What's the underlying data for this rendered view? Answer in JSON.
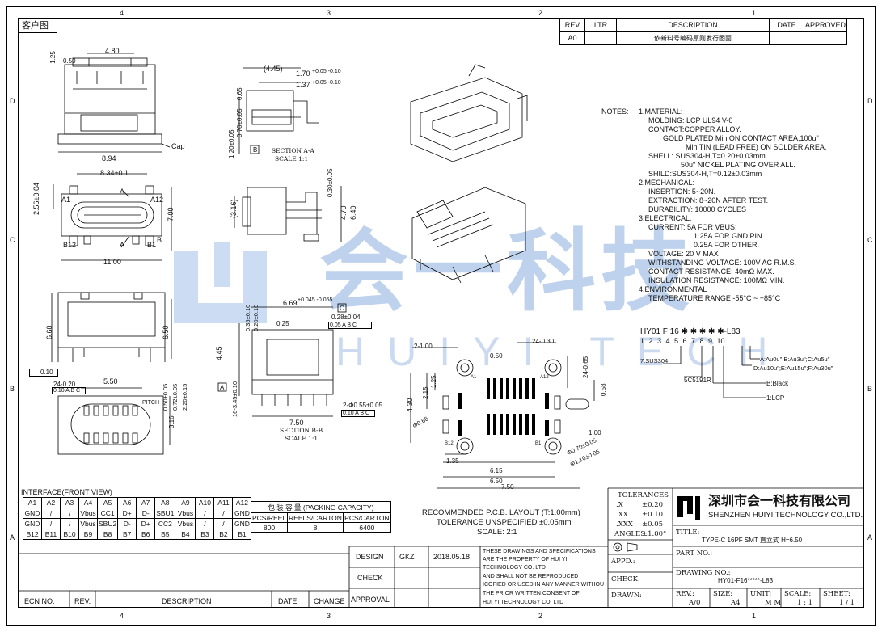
{
  "header": {
    "customer_label": "客户图",
    "rev_headers": [
      "REV",
      "LTR",
      "DESCRIPTION",
      "DATE",
      "APPROVED"
    ],
    "rev_row": {
      "rev": "A0",
      "desc": "依新料号编码原则发行图面"
    }
  },
  "grid": {
    "cols_top": [
      "4",
      "3",
      "2",
      "1"
    ],
    "rows_side": [
      "D",
      "C",
      "B",
      "A"
    ]
  },
  "watermark": {
    "cn": "会一科技",
    "en": "HUIYI TECH"
  },
  "dims": {
    "top_view": {
      "w480": "4.80",
      "d050": "0.50",
      "d125": "1.25",
      "w894": "8.94",
      "cap": "Cap"
    },
    "front_view": {
      "w834": "8.34±0.1",
      "h256": "2.56±0.04",
      "h700": "7.00",
      "w1100": "11.00",
      "a1": "A1",
      "a12": "A12",
      "b12": "B12",
      "b1": "B1",
      "a": "A",
      "b": "B"
    },
    "section_aa": {
      "d445": "(4.45)",
      "d170": "1.70",
      "d170tol": "+0.05 -0.10",
      "d137": "1.37",
      "d137tol": "+0.05 -0.10",
      "d120": "1.20±0.05",
      "d070": "0.70±0.05",
      "d065": "0.65",
      "label": "B",
      "title": "SECTION A-A",
      "scale": "SCALE 1:1"
    },
    "side_view": {
      "d316": "(3.16)",
      "d030": "0.30±0.05",
      "d470": "4.70",
      "d640": "6.40"
    },
    "rear_view": {
      "d660": "6.60",
      "d650": "6.50",
      "flat": "0.10"
    },
    "bottom_view": {
      "d550": "5.50",
      "d24_020": "24-0.20",
      "pos": "0.10 A B C",
      "pitch": "PITCH",
      "p050": "0.50±0.05",
      "p072": "0.72±0.05",
      "p220": "2.20±0.15",
      "p316": "3.16"
    },
    "section_bb": {
      "d669": "6.69",
      "d669tol": "+0.045 -0.055",
      "c": "C",
      "d028": "0.28±0.04",
      "pos1": "0.05 A B C",
      "d035": "0.35±0.10",
      "d020": "0.20±0.10",
      "d025": "0.25",
      "d445": "4.45",
      "a": "A",
      "d16_345": "16-3.45±0.10",
      "d2_055": "2-Φ0.55±0.05",
      "pos2": "0.10 A B C",
      "d750": "7.50",
      "title": "SECTION B-B",
      "scale": "SCALE 1:1"
    },
    "pcb": {
      "d2_100": "2-1.00",
      "d24_030": "24-0.30",
      "d050": "0.50",
      "d24_065": "24-0.65",
      "d215": "2.15",
      "d125": "1.25",
      "d430": "4.30",
      "d066": "Φ0.66",
      "d058": "0.58",
      "d100": "1.00",
      "d135": "1.35",
      "d615": "6.15",
      "d650": "6.50",
      "d750": "7.50",
      "d070": "Φ0.70±0.05",
      "d110": "Φ1.10±0.05",
      "a1": "A1",
      "a12": "A12",
      "b12": "B12",
      "b1": "B1"
    }
  },
  "notes": {
    "lead": "NOTES:",
    "lines": [
      "1.MATERIAL:",
      "MOLDING: LCP UL94 V-0",
      "CONTACT:COPPER ALLOY.",
      "GOLD PLATED Min ON CONTACT AREA,100u\"",
      "Min TIN (LEAD FREE) ON SOLDER AREA,",
      "SHELL: SUS304-H,T=0.20±0.03mm",
      "50u\" NICKEL PLATING OVER ALL.",
      "SHILD:SUS304-H,T=0.12±0.03mm",
      "2.MECHANICAL:",
      "INSERTION: 5~20N.",
      "EXTRACTION: 8~20N AFTER TEST.",
      "DURABILITY: 10000 CYCLES",
      "3.ELECTRICAL:",
      "CURRENT: 5A FOR VBUS;",
      "1.25A FOR GND PIN.",
      "0.25A FOR OTHER.",
      "VOLTAGE: 20 V MAX",
      "WITHSTANDING VOLTAGE: 100V AC R.M.S.",
      "CONTACT RESISTANCE: 40mΩ MAX.",
      "INSULATION RESISTANCE: 100MΩ MIN.",
      "4.ENVIRONMENTAL",
      "TEMPERATURE RANGE -55°C ~ +85°C"
    ]
  },
  "part_code": {
    "code": "HY01 F 16 ✱ ✱ ✱ ✱ ✱-L83",
    "digits": "1 2 3 4 5 6 7 8 9 10",
    "sus": "7:SUS304",
    "opt1": "A:Au0u\";B:Au3u\";C:Au5u\"",
    "opt2": "D:Au10u\";E:Au15u\";F:Au30u\"",
    "c5": "5C5191R",
    "black": "B:Black",
    "lcp": "1:LCP"
  },
  "interface": {
    "title": "INTERFACE(FRONT VIEW)",
    "rows": [
      [
        "A1",
        "A2",
        "A3",
        "A4",
        "A5",
        "A6",
        "A7",
        "A8",
        "A9",
        "A10",
        "A11",
        "A12"
      ],
      [
        "GND",
        "/",
        "/",
        "Vbus",
        "CC1",
        "D+",
        "D-",
        "SBU1",
        "Vbus",
        "/",
        "/",
        "GND"
      ],
      [
        "GND",
        "/",
        "/",
        "Vbus",
        "SBU2",
        "D-",
        "D+",
        "CC2",
        "Vbus",
        "/",
        "/",
        "GND"
      ],
      [
        "B12",
        "B11",
        "B10",
        "B9",
        "B8",
        "B7",
        "B6",
        "B5",
        "B4",
        "B3",
        "B2",
        "B1"
      ]
    ]
  },
  "packing": {
    "title": "包 装 容 量 (PACKING CAPACITY)",
    "headers": [
      "PCS/REEL",
      "REELS/CARTON",
      "PCS/CARTON"
    ],
    "values": [
      "800",
      "8",
      "6400"
    ]
  },
  "pcb_info": {
    "title": "RECOMMENDED P.C.B. LAYOUT (T:1.00mm)",
    "tol": "TOLERANCE UNSPECIFIED ±0.05mm",
    "scale": "SCALE: 2:1"
  },
  "signoff": {
    "design": "DESIGN",
    "designer": "GKZ",
    "date": "2018.05.18",
    "check": "CHECK",
    "approval": "APPROVAL",
    "ecn": "ECN NO.",
    "rev": "REV.",
    "description": "DESCRIPTION",
    "date_h": "DATE",
    "change": "CHANGE",
    "legal": [
      "THESE DRAWINGS AND SPECIFICATIONS",
      "ARE THE PROPERTY OF HUI YI",
      "TECHNOLOGY CO. LTD",
      "AND SHALL NOT BE REPRODUCED",
      "ICOPIED OR USED IN ANY MANNER WITHOU",
      "THE PRIOR WRITTEN CONSENT OF",
      "HUI YI TECHNOLOGY CO. LTD"
    ]
  },
  "tolerances": {
    "title": "TOLERANCES",
    "rows": [
      [
        ".X",
        "±0.20"
      ],
      [
        ".XX",
        "±0.10"
      ],
      [
        ".XXX",
        "±0.05"
      ],
      [
        "ANGLES",
        "±1.00°"
      ]
    ]
  },
  "company": {
    "cn": "深圳市会一科技有限公司",
    "en": "SHENZHEN HUIYI TECHNOLOGY CO.,LTD."
  },
  "title_block": {
    "title_label": "TITLE:",
    "title": "TYPE-C 16PF SMT 直立式 H=6.50",
    "appd": "APPD.:",
    "part_no": "PART NO.:",
    "check": "CHECK:",
    "drawing_no_label": "DRAWING NO.:",
    "drawing_no": "HY01-F16*****-L83",
    "drawn": "DRAWN:",
    "rev_label": "REV.:",
    "rev": "A/0",
    "size_label": "SIZE:",
    "size": "A4",
    "unit_label": "UNIT:",
    "unit": "M M",
    "scale_label": "SCALE:",
    "scale": "1 : 1",
    "sheet_label": "SHEET:",
    "sheet": "1 / 1"
  }
}
